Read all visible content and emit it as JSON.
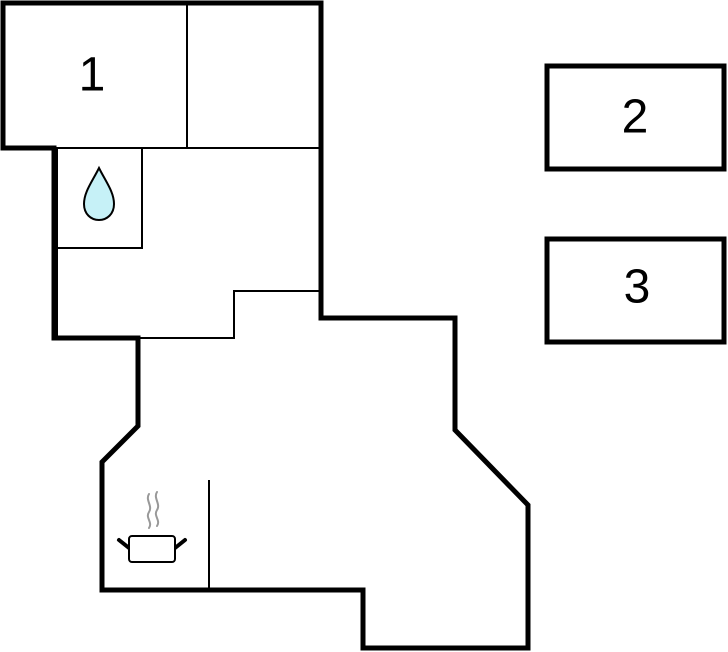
{
  "floorplan": {
    "rooms": [
      {
        "id": "room-1",
        "label": "1"
      },
      {
        "id": "room-2",
        "label": "2"
      },
      {
        "id": "room-3",
        "label": "3"
      }
    ],
    "icons": {
      "bathroom": "water-drop-icon",
      "kitchen": "cooking-pot-icon"
    },
    "colors": {
      "wall": "#000000",
      "background": "#ffffff",
      "water_drop": "#c6f1f7",
      "steam": "#999999"
    }
  }
}
